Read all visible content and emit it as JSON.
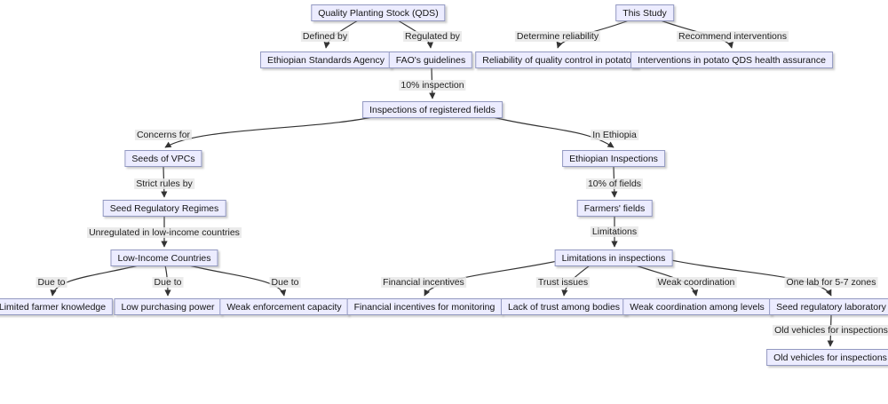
{
  "diagram": {
    "type": "flowchart-concept-map",
    "colors": {
      "background": "#ffffff",
      "node_fill": "#ECECFF",
      "node_border": "#9399c1",
      "edge_line": "#333333",
      "edge_label_bg": "#e8e8e8",
      "text": "#141414"
    },
    "nodes": {
      "qds": {
        "label": "Quality Planting Stock (QDS)"
      },
      "this_study": {
        "label": "This Study"
      },
      "esa": {
        "label": "Ethiopian Standards Agency"
      },
      "fao": {
        "label": "FAO's guidelines"
      },
      "reliability": {
        "label": "Reliability of quality control in potato"
      },
      "interventions": {
        "label": "Interventions in potato QDS health assurance"
      },
      "inspections": {
        "label": "Inspections of registered fields"
      },
      "seeds_vpc": {
        "label": "Seeds of VPCs"
      },
      "ethiopian_inspections": {
        "label": "Ethiopian Inspections"
      },
      "seed_regimes": {
        "label": "Seed Regulatory Regimes"
      },
      "farmers_fields": {
        "label": "Farmers' fields"
      },
      "low_income": {
        "label": "Low-Income Countries"
      },
      "limitations": {
        "label": "Limitations in inspections"
      },
      "limited_knowledge": {
        "label": "Limited farmer knowledge"
      },
      "low_purchasing": {
        "label": "Low purchasing power"
      },
      "weak_enforcement": {
        "label": "Weak enforcement capacity"
      },
      "financial_incentives": {
        "label": "Financial incentives for monitoring"
      },
      "lack_trust": {
        "label": "Lack of trust among bodies"
      },
      "weak_coordination": {
        "label": "Weak coordination among levels"
      },
      "seed_lab": {
        "label": "Seed regulatory laboratory"
      },
      "old_vehicles": {
        "label": "Old vehicles for inspections"
      }
    },
    "edge_labels": {
      "defined_by": "Defined by",
      "regulated_by": "Regulated by",
      "determine_reliability": "Determine reliability",
      "recommend_interventions": "Recommend interventions",
      "ten_pct_inspection": "10% inspection",
      "concerns_for": "Concerns for",
      "in_ethiopia": "In Ethiopia",
      "strict_rules_by": "Strict rules by",
      "ten_pct_of_fields": "10% of fields",
      "unregulated": "Unregulated in low-income countries",
      "limitations": "Limitations",
      "due_to_1": "Due to",
      "due_to_2": "Due to",
      "due_to_3": "Due to",
      "financial_incentives": "Financial incentives",
      "trust_issues": "Trust issues",
      "weak_coordination": "Weak coordination",
      "one_lab": "One lab for 5-7 zones",
      "old_vehicles": "Old vehicles for inspections"
    }
  }
}
